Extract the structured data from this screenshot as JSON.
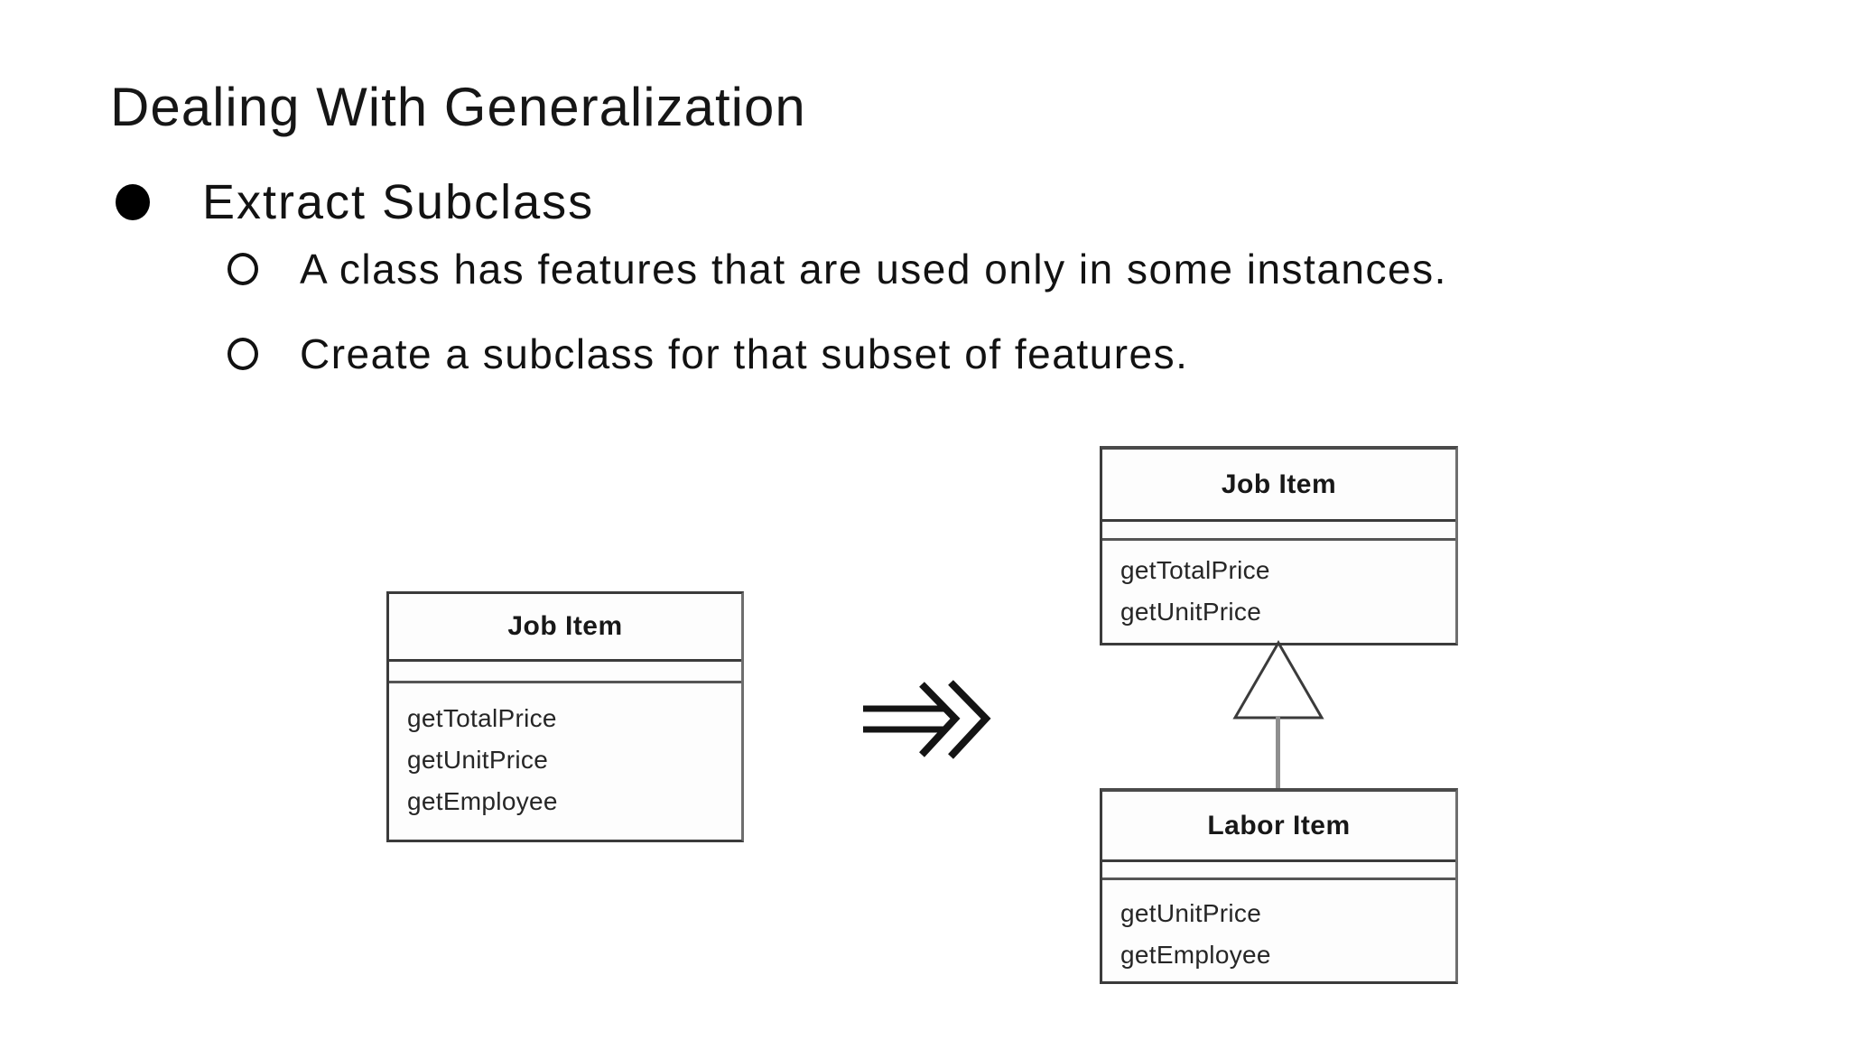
{
  "slide": {
    "title": "Dealing With Generalization",
    "bullets": [
      {
        "label": "Extract Subclass",
        "sub": [
          "A class has features that are used only in some instances.",
          "Create a subclass for that subset of features."
        ]
      }
    ]
  },
  "diagram": {
    "before": {
      "class": {
        "name": "Job Item",
        "methods": [
          "getTotalPrice",
          "getUnitPrice",
          "getEmployee"
        ]
      }
    },
    "transform_icon": "double-arrow-right",
    "after": {
      "superclass": {
        "name": "Job Item",
        "methods": [
          "getTotalPrice",
          "getUnitPrice"
        ]
      },
      "subclass": {
        "name": "Labor Item",
        "methods": [
          "getUnitPrice",
          "getEmployee"
        ]
      },
      "relationship": "generalization"
    }
  },
  "colors": {
    "background": "#ffffff",
    "text": "#121212",
    "box_border": "#3b3b3b",
    "connector_gray": "#8f8f8f"
  }
}
